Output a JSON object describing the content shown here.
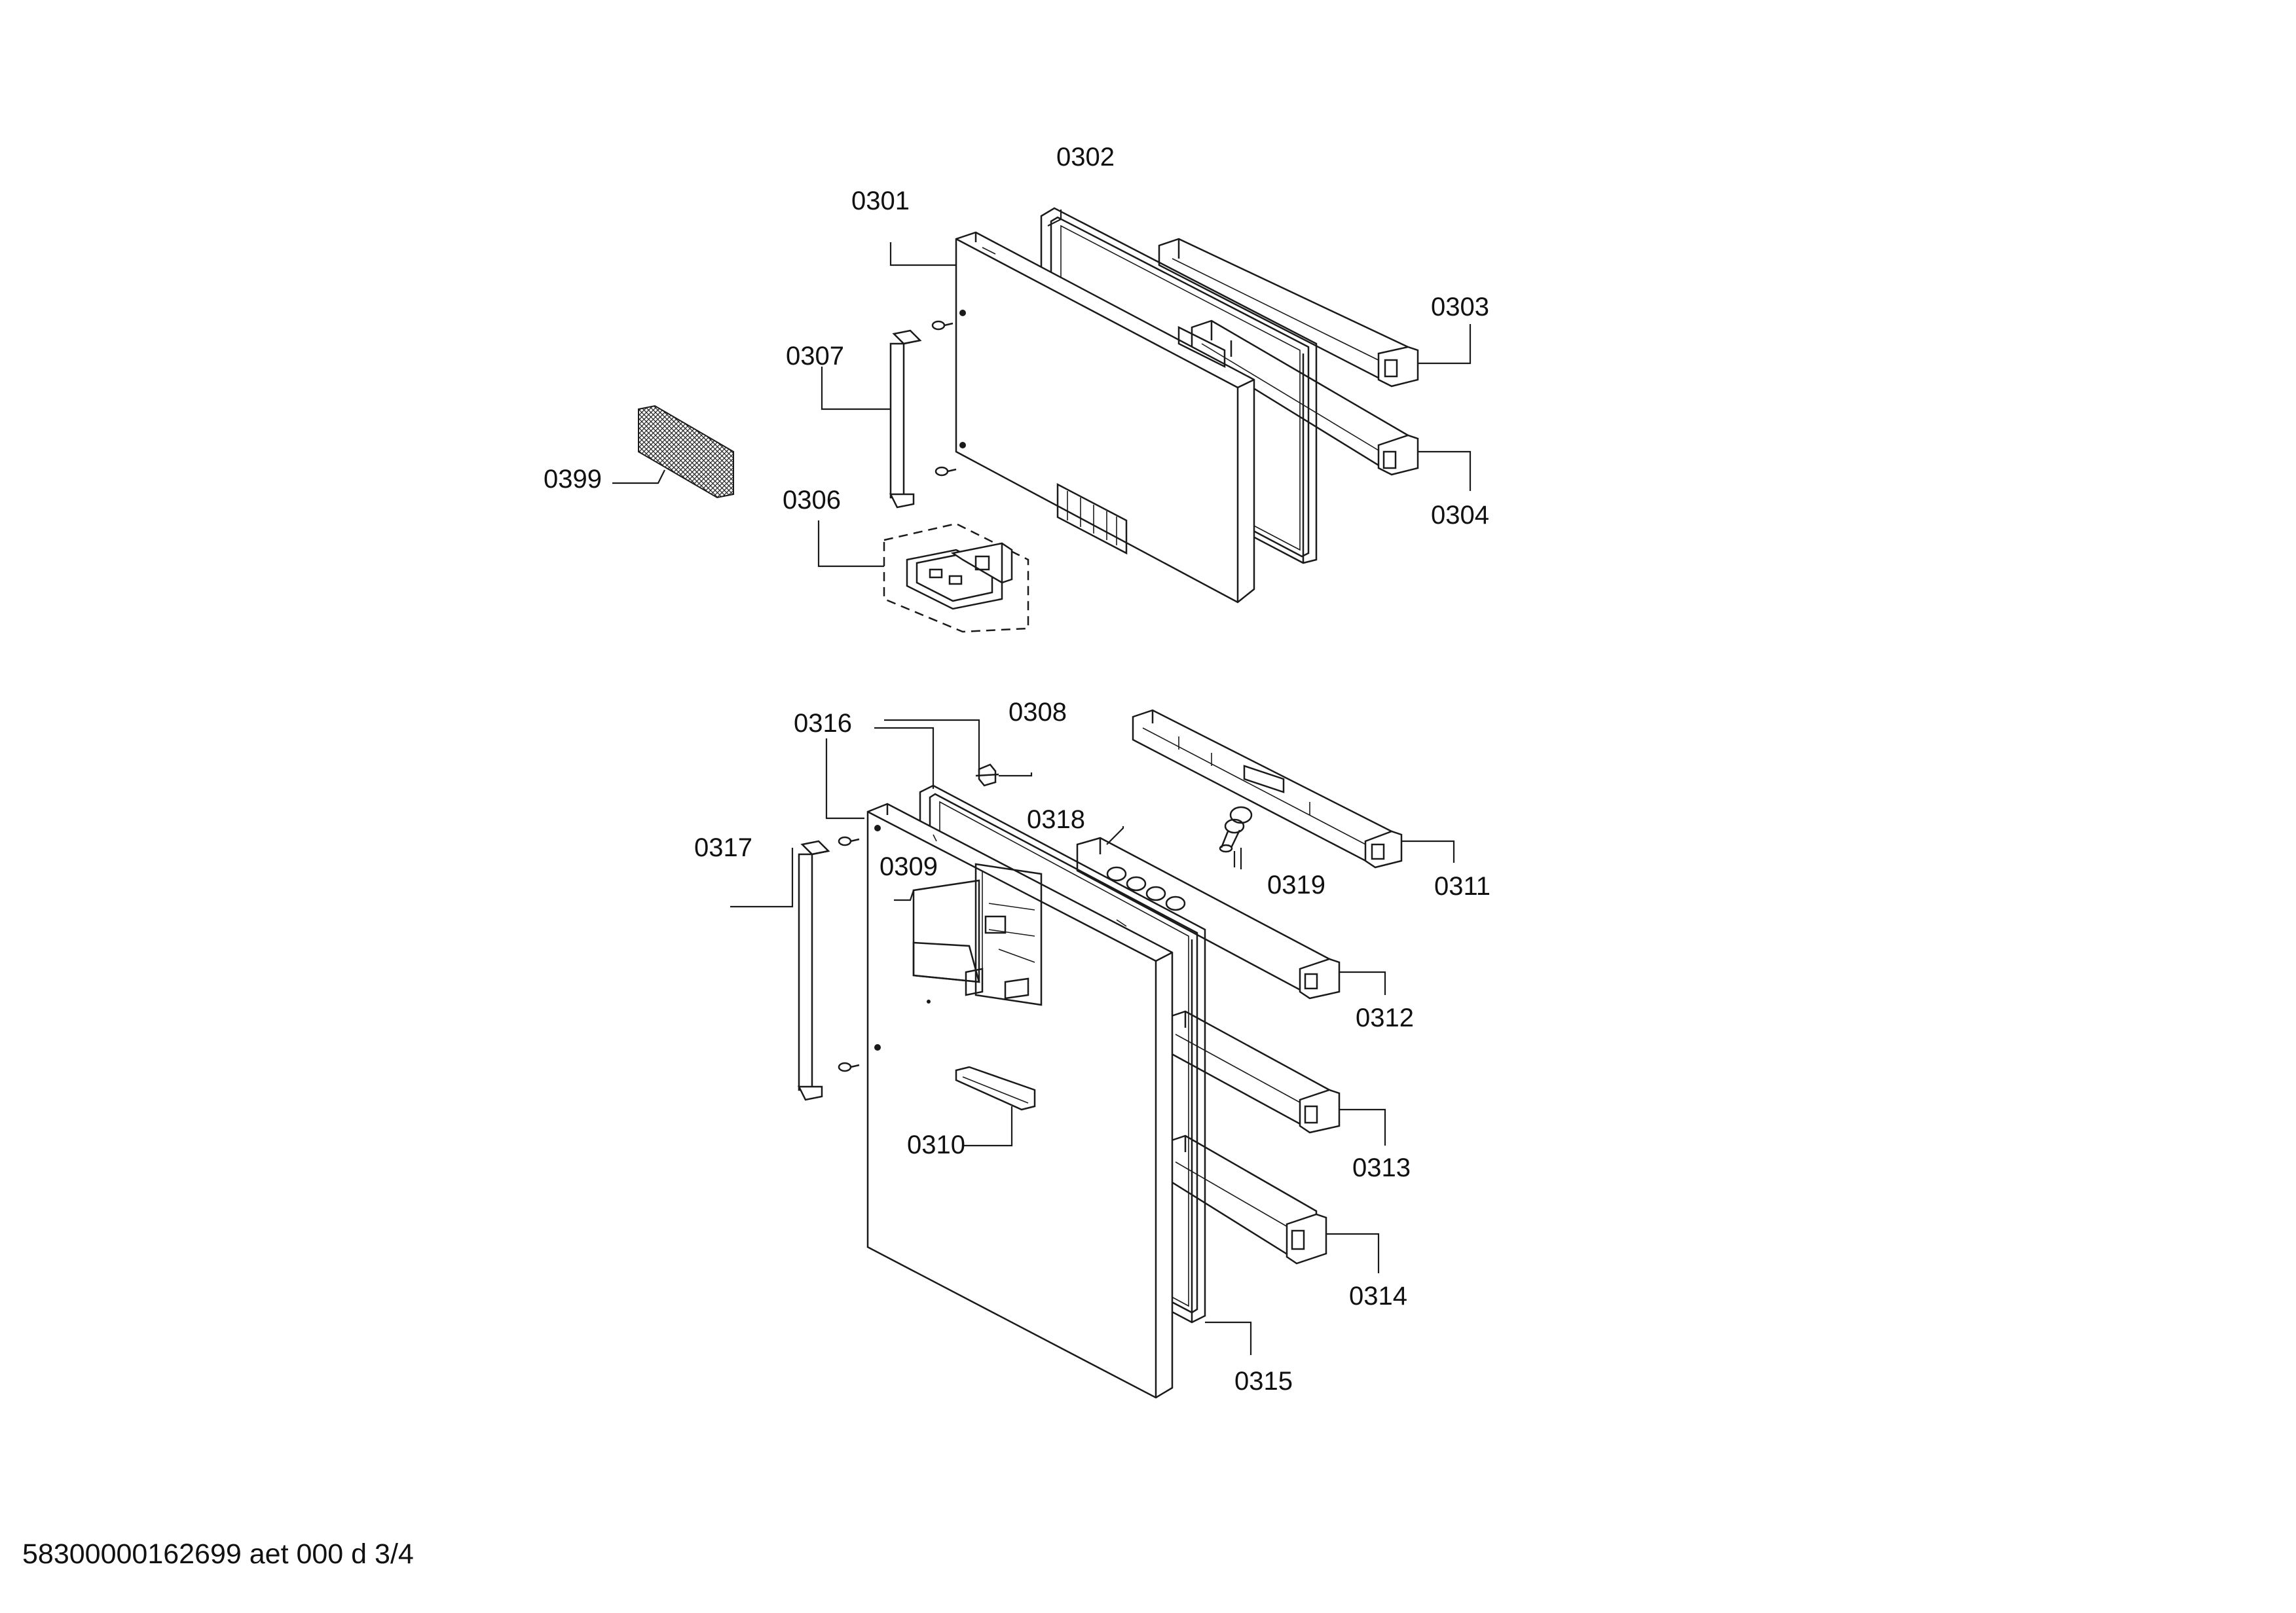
{
  "diagram": {
    "part_labels": {
      "p0301": "0301",
      "p0302": "0302",
      "p0303": "0303",
      "p0304": "0304",
      "p0306": "0306",
      "p0307": "0307",
      "p0399": "0399",
      "p0308": "0308",
      "p0309": "0309",
      "p0310": "0310",
      "p0311": "0311",
      "p0312": "0312",
      "p0313": "0313",
      "p0314": "0314",
      "p0315": "0315",
      "p0316": "0316",
      "p0317": "0317",
      "p0318": "0318",
      "p0319": "0319"
    }
  },
  "footer": {
    "document_code": "58300000162699 aet 000 d 3/4"
  }
}
